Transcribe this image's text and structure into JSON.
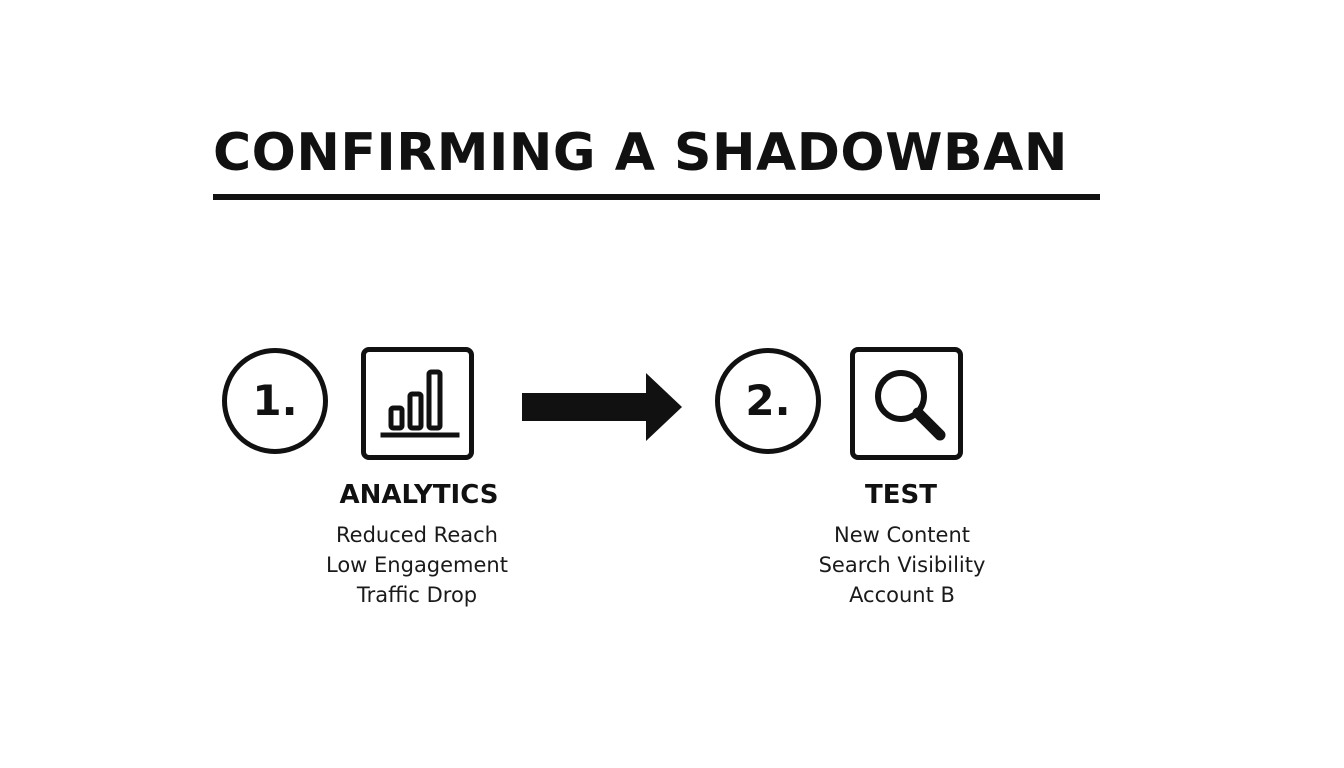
{
  "title": "CONFIRMING A SHADOWBAN",
  "steps": [
    {
      "number": "1.",
      "icon": "bar-chart-icon",
      "label": "ANALYTICS",
      "items": [
        "Reduced Reach",
        "Low Engagement",
        "Traffic Drop"
      ]
    },
    {
      "number": "2.",
      "icon": "magnifying-glass-icon",
      "label": "TEST",
      "items": [
        "New Content",
        "Search Visibility",
        "Account B"
      ]
    }
  ],
  "colors": {
    "ink": "#111111",
    "background": "#ffffff"
  }
}
